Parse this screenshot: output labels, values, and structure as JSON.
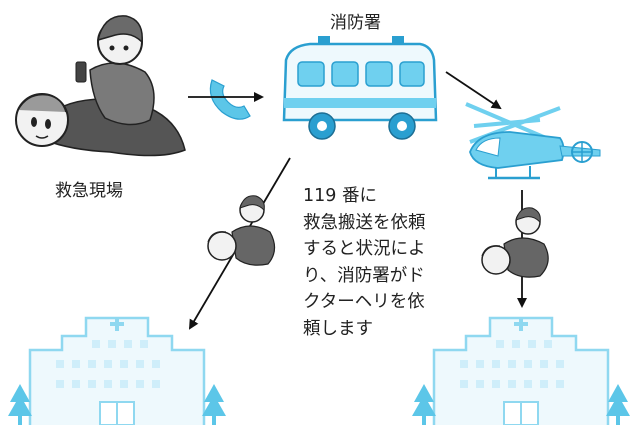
{
  "labels": {
    "scene": "救急現場",
    "fire_department": "消防署"
  },
  "note_lines": [
    "119 番に",
    "救急搬送を依頼",
    "すると状況によ",
    "り、消防署がド",
    "クターヘリを依",
    "頼します"
  ],
  "colors": {
    "outline": "#333333",
    "hospital": "#8fd8f0",
    "hospital_fill": "#eef9fd",
    "tree": "#5cc6e8",
    "vehicle": "#6fd0ef",
    "vehicle_dark": "#2a9fd0",
    "phone": "#5cc6e8"
  },
  "icons": {
    "phone": "phone-icon",
    "ambulance": "ambulance-icon",
    "helicopter": "helicopter-icon",
    "hospital": "hospital-icon",
    "rescuer": "rescuer-icon"
  }
}
